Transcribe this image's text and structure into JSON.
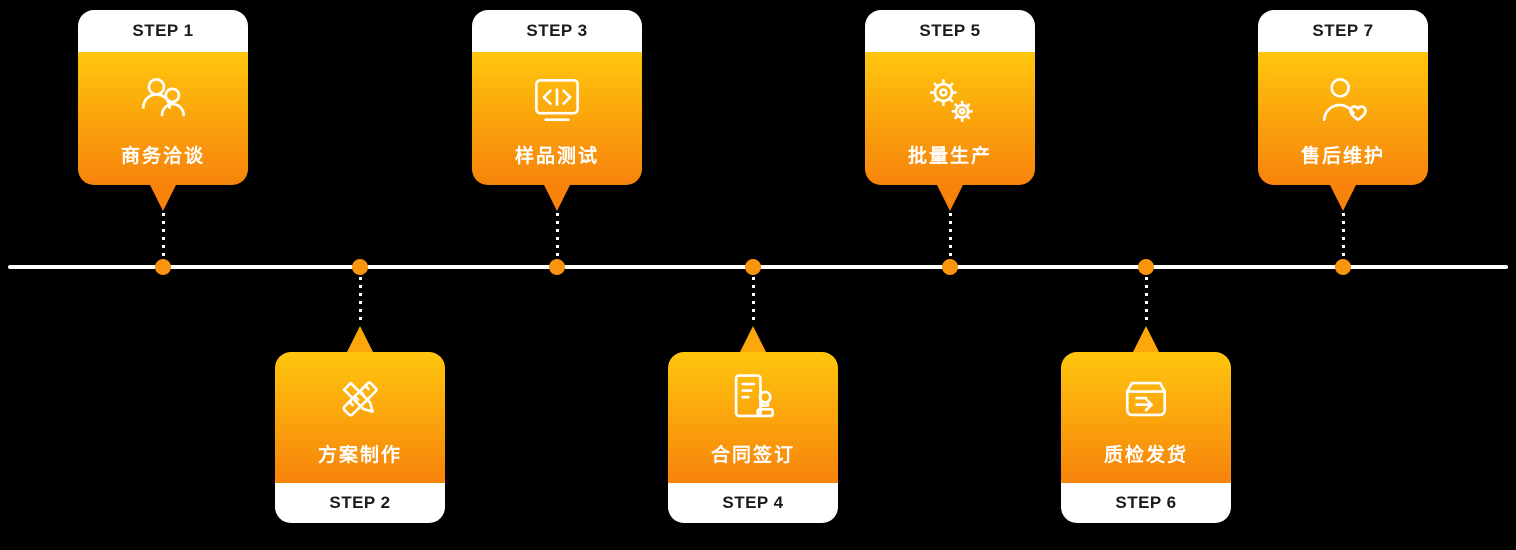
{
  "colors": {
    "background": "#000000",
    "card_gradient_start": "#FFC60D",
    "card_gradient_end": "#F7830C",
    "step_label_text": "#1B1B1B",
    "card_title_text": "#FFFFFF",
    "timeline_line": "#FFFFFF",
    "timeline_dot": "#F8940D"
  },
  "steps": [
    {
      "step_label": "STEP 1",
      "title": "商务洽谈",
      "position": "top",
      "icon": "people-meeting-icon"
    },
    {
      "step_label": "STEP 2",
      "title": "方案制作",
      "position": "bottom",
      "icon": "pencil-ruler-icon"
    },
    {
      "step_label": "STEP 3",
      "title": "样品测试",
      "position": "top",
      "icon": "code-test-monitor-icon"
    },
    {
      "step_label": "STEP 4",
      "title": "合同签订",
      "position": "bottom",
      "icon": "contract-stamp-icon"
    },
    {
      "step_label": "STEP 5",
      "title": "批量生产",
      "position": "top",
      "icon": "gears-icon"
    },
    {
      "step_label": "STEP 6",
      "title": "质检发货",
      "position": "bottom",
      "icon": "shipping-box-icon"
    },
    {
      "step_label": "STEP 7",
      "title": "售后维护",
      "position": "top",
      "icon": "customer-care-heart-icon"
    }
  ]
}
